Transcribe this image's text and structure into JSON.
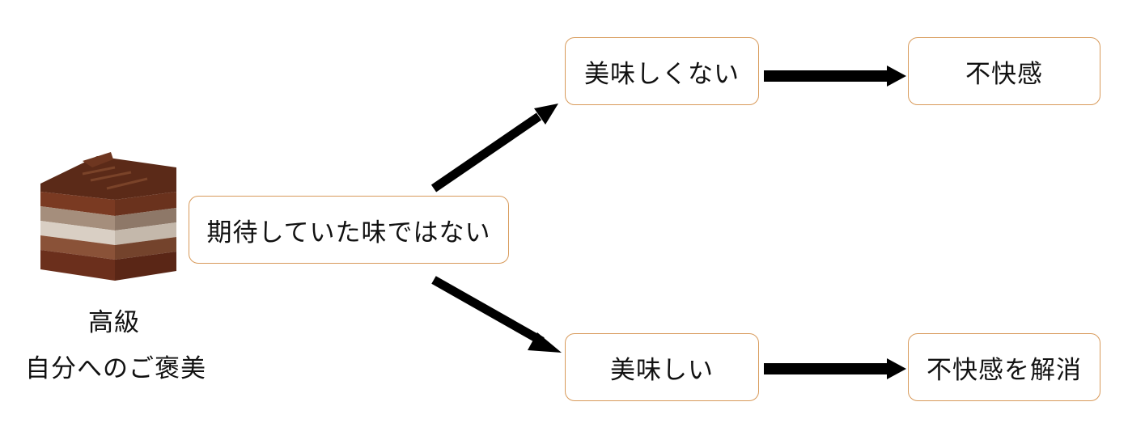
{
  "diagram": {
    "root": {
      "caption_line1": "高級",
      "caption_line2": "自分へのご褒美",
      "image": "chocolate-cake-slice"
    },
    "center_node": "期待していた味ではない",
    "top_branch": {
      "node": "美味しくない",
      "result": "不快感"
    },
    "bottom_branch": {
      "node": "美味しい",
      "result": "不快感を解消"
    },
    "colors": {
      "box_border": "#d89a5a",
      "arrow": "#000000",
      "cake_top": "#5a2a17",
      "cake_layer_light": "#a8988a",
      "cake_layer_dark": "#6e3a24"
    }
  }
}
